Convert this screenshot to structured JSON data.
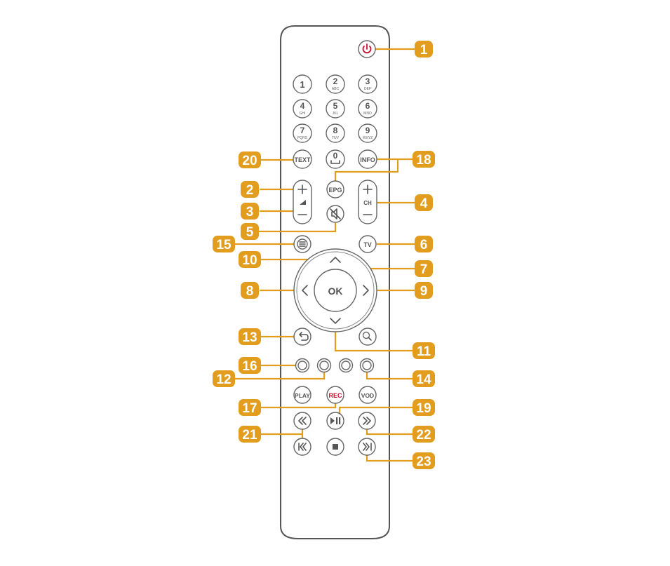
{
  "remote": {
    "digits": [
      {
        "num": "1",
        "sub": ""
      },
      {
        "num": "2",
        "sub": "ABC"
      },
      {
        "num": "3",
        "sub": "DEF"
      },
      {
        "num": "4",
        "sub": "GHI"
      },
      {
        "num": "5",
        "sub": "JKL"
      },
      {
        "num": "6",
        "sub": "MNO"
      },
      {
        "num": "7",
        "sub": "PQRS"
      },
      {
        "num": "8",
        "sub": "TUV"
      },
      {
        "num": "9",
        "sub": "WXYZ"
      },
      {
        "num": "0",
        "sub": ""
      }
    ],
    "labels": {
      "text": "TEXT",
      "info": "INFO",
      "epg": "EPG",
      "ch": "CH",
      "tv": "TV",
      "ok": "OK",
      "play": "PLAY",
      "rec": "REC",
      "vod": "VOD"
    },
    "colors": {
      "red": "#C8102E",
      "green": "#5DA62E",
      "yellow": "#F2E52B",
      "blue": "#6FA8DC",
      "callout": "#E29D1E",
      "power": "#C8102E"
    }
  },
  "callouts": [
    "1",
    "2",
    "3",
    "4",
    "5",
    "6",
    "7",
    "8",
    "9",
    "10",
    "11",
    "12",
    "13",
    "14",
    "15",
    "16",
    "17",
    "18",
    "19",
    "20",
    "21",
    "22",
    "23"
  ]
}
